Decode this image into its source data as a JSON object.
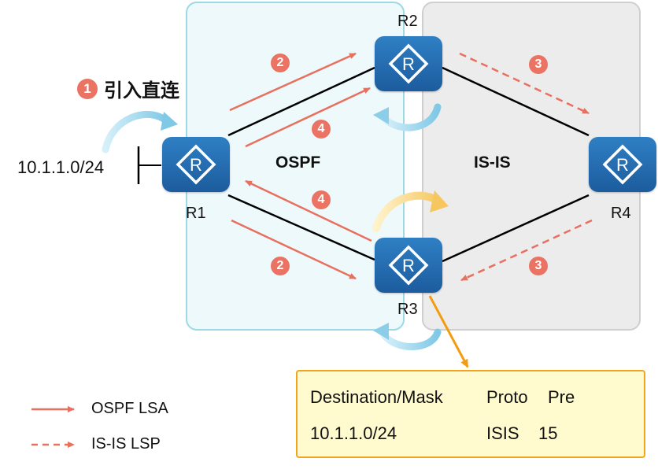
{
  "areas": {
    "ospf_label": "OSPF",
    "isis_label": "IS-IS"
  },
  "routers": {
    "r1": "R1",
    "r2": "R2",
    "r3": "R3",
    "r4": "R4",
    "icon_letter": "R"
  },
  "network": {
    "prefix": "10.1.1.0/24"
  },
  "import_step": {
    "number": "1",
    "text": "引入直连"
  },
  "steps": {
    "two": "2",
    "three": "3",
    "four": "4"
  },
  "route_table": {
    "headers": [
      "Destination/Mask",
      "Proto",
      "Pre"
    ],
    "rows": [
      [
        "10.1.1.0/24",
        "ISIS",
        "15"
      ]
    ]
  },
  "legend": {
    "ospf": "OSPF LSA",
    "isis": "IS-IS LSP"
  },
  "colors": {
    "ospf_arrow": "#e8705f",
    "router": "#1f64a8",
    "callout": "#f39c12",
    "ospf_area": "#eef9fc",
    "isis_area": "#ececec"
  }
}
